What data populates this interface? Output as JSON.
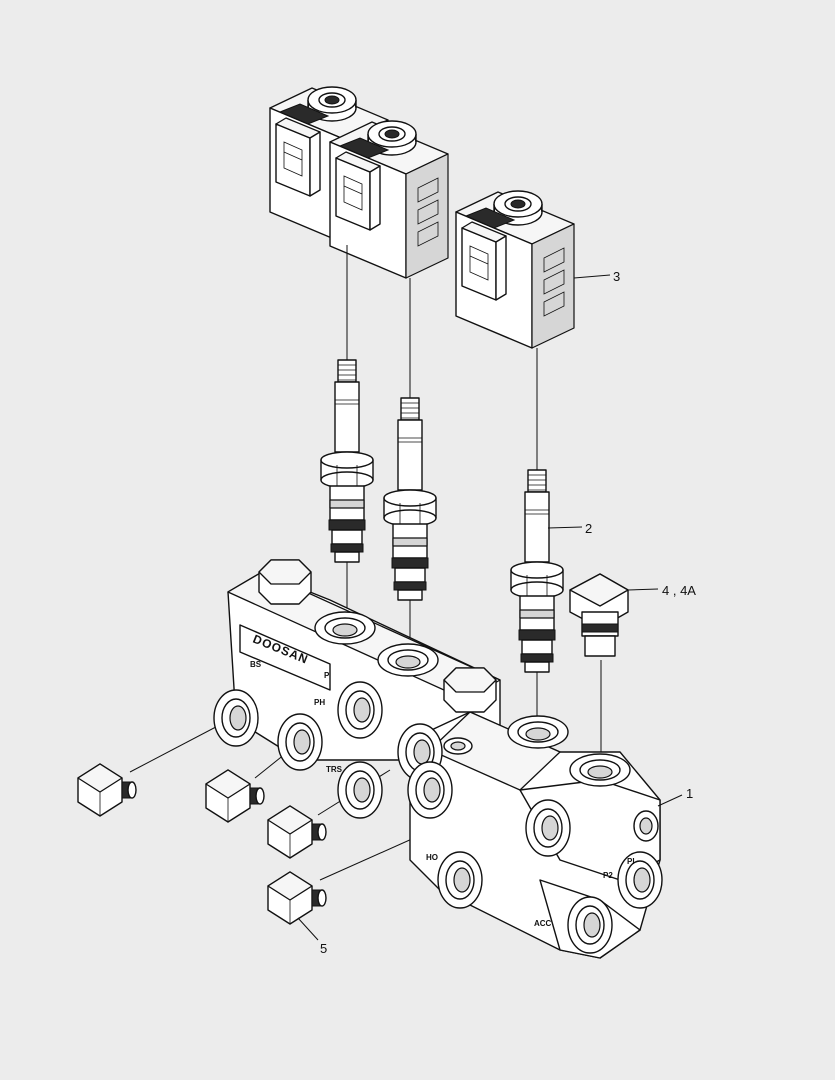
{
  "callouts": {
    "c1": "1",
    "c2": "2",
    "c3": "3",
    "c4": "4 , 4A",
    "c5": "5"
  },
  "block_markings": {
    "brand": "DOOSAN",
    "ports": [
      "BS",
      "PH",
      "P",
      "TRS",
      "HO",
      "P2",
      "PI",
      "ACC"
    ]
  },
  "colors": {
    "background": "#ececec",
    "line": "#111111",
    "part_fill": "#ffffff"
  }
}
